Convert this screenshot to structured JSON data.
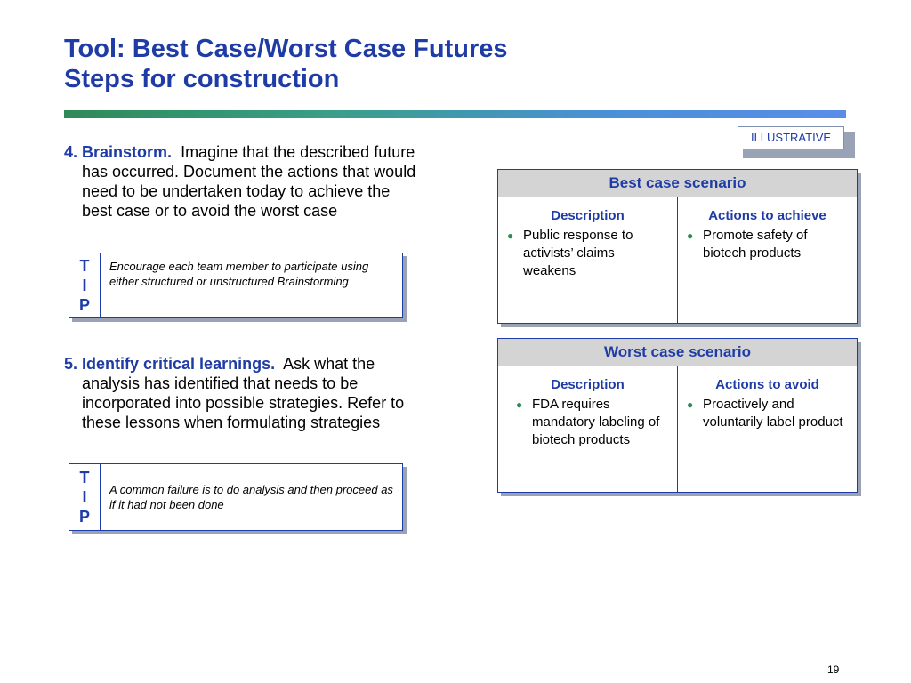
{
  "title": {
    "line1": "Tool:  Best Case/Worst Case Futures",
    "line2": "Steps for construction"
  },
  "tag": "ILLUSTRATIVE",
  "step4": {
    "label": "4. Brainstorm.",
    "line1": "Imagine that the described future",
    "line2": "has occurred.  Document the actions that would",
    "line3": "need to be undertaken today to achieve the",
    "line4": "best case or to avoid the worst case"
  },
  "tip1": {
    "letters": [
      "T",
      "I",
      "P"
    ],
    "text": "Encourage each team member to participate using either structured or unstructured Brainstorming"
  },
  "step5": {
    "label": "5. Identify critical learnings.",
    "line1": "Ask what the",
    "line2": "analysis has identified that needs to be",
    "line3": "incorporated into possible strategies.  Refer to",
    "line4": "these lessons when formulating strategies"
  },
  "tip2": {
    "letters": [
      "T",
      "I",
      "P"
    ],
    "text": "A common failure is to do analysis and then proceed as if it had not been done"
  },
  "best_case": {
    "title": "Best case scenario",
    "left_header": "Description",
    "left_bullets": [
      "Public response to activists’ claims weakens"
    ],
    "right_header": "Actions to achieve",
    "right_bullets": [
      "Promote safety of biotech products"
    ]
  },
  "worst_case": {
    "title": "Worst case scenario",
    "left_header": "Description",
    "left_bullets": [
      "FDA requires mandatory labeling of biotech products"
    ],
    "right_header": "Actions to avoid",
    "right_bullets": [
      "Proactively and voluntarily label product"
    ]
  },
  "page_number": "19"
}
